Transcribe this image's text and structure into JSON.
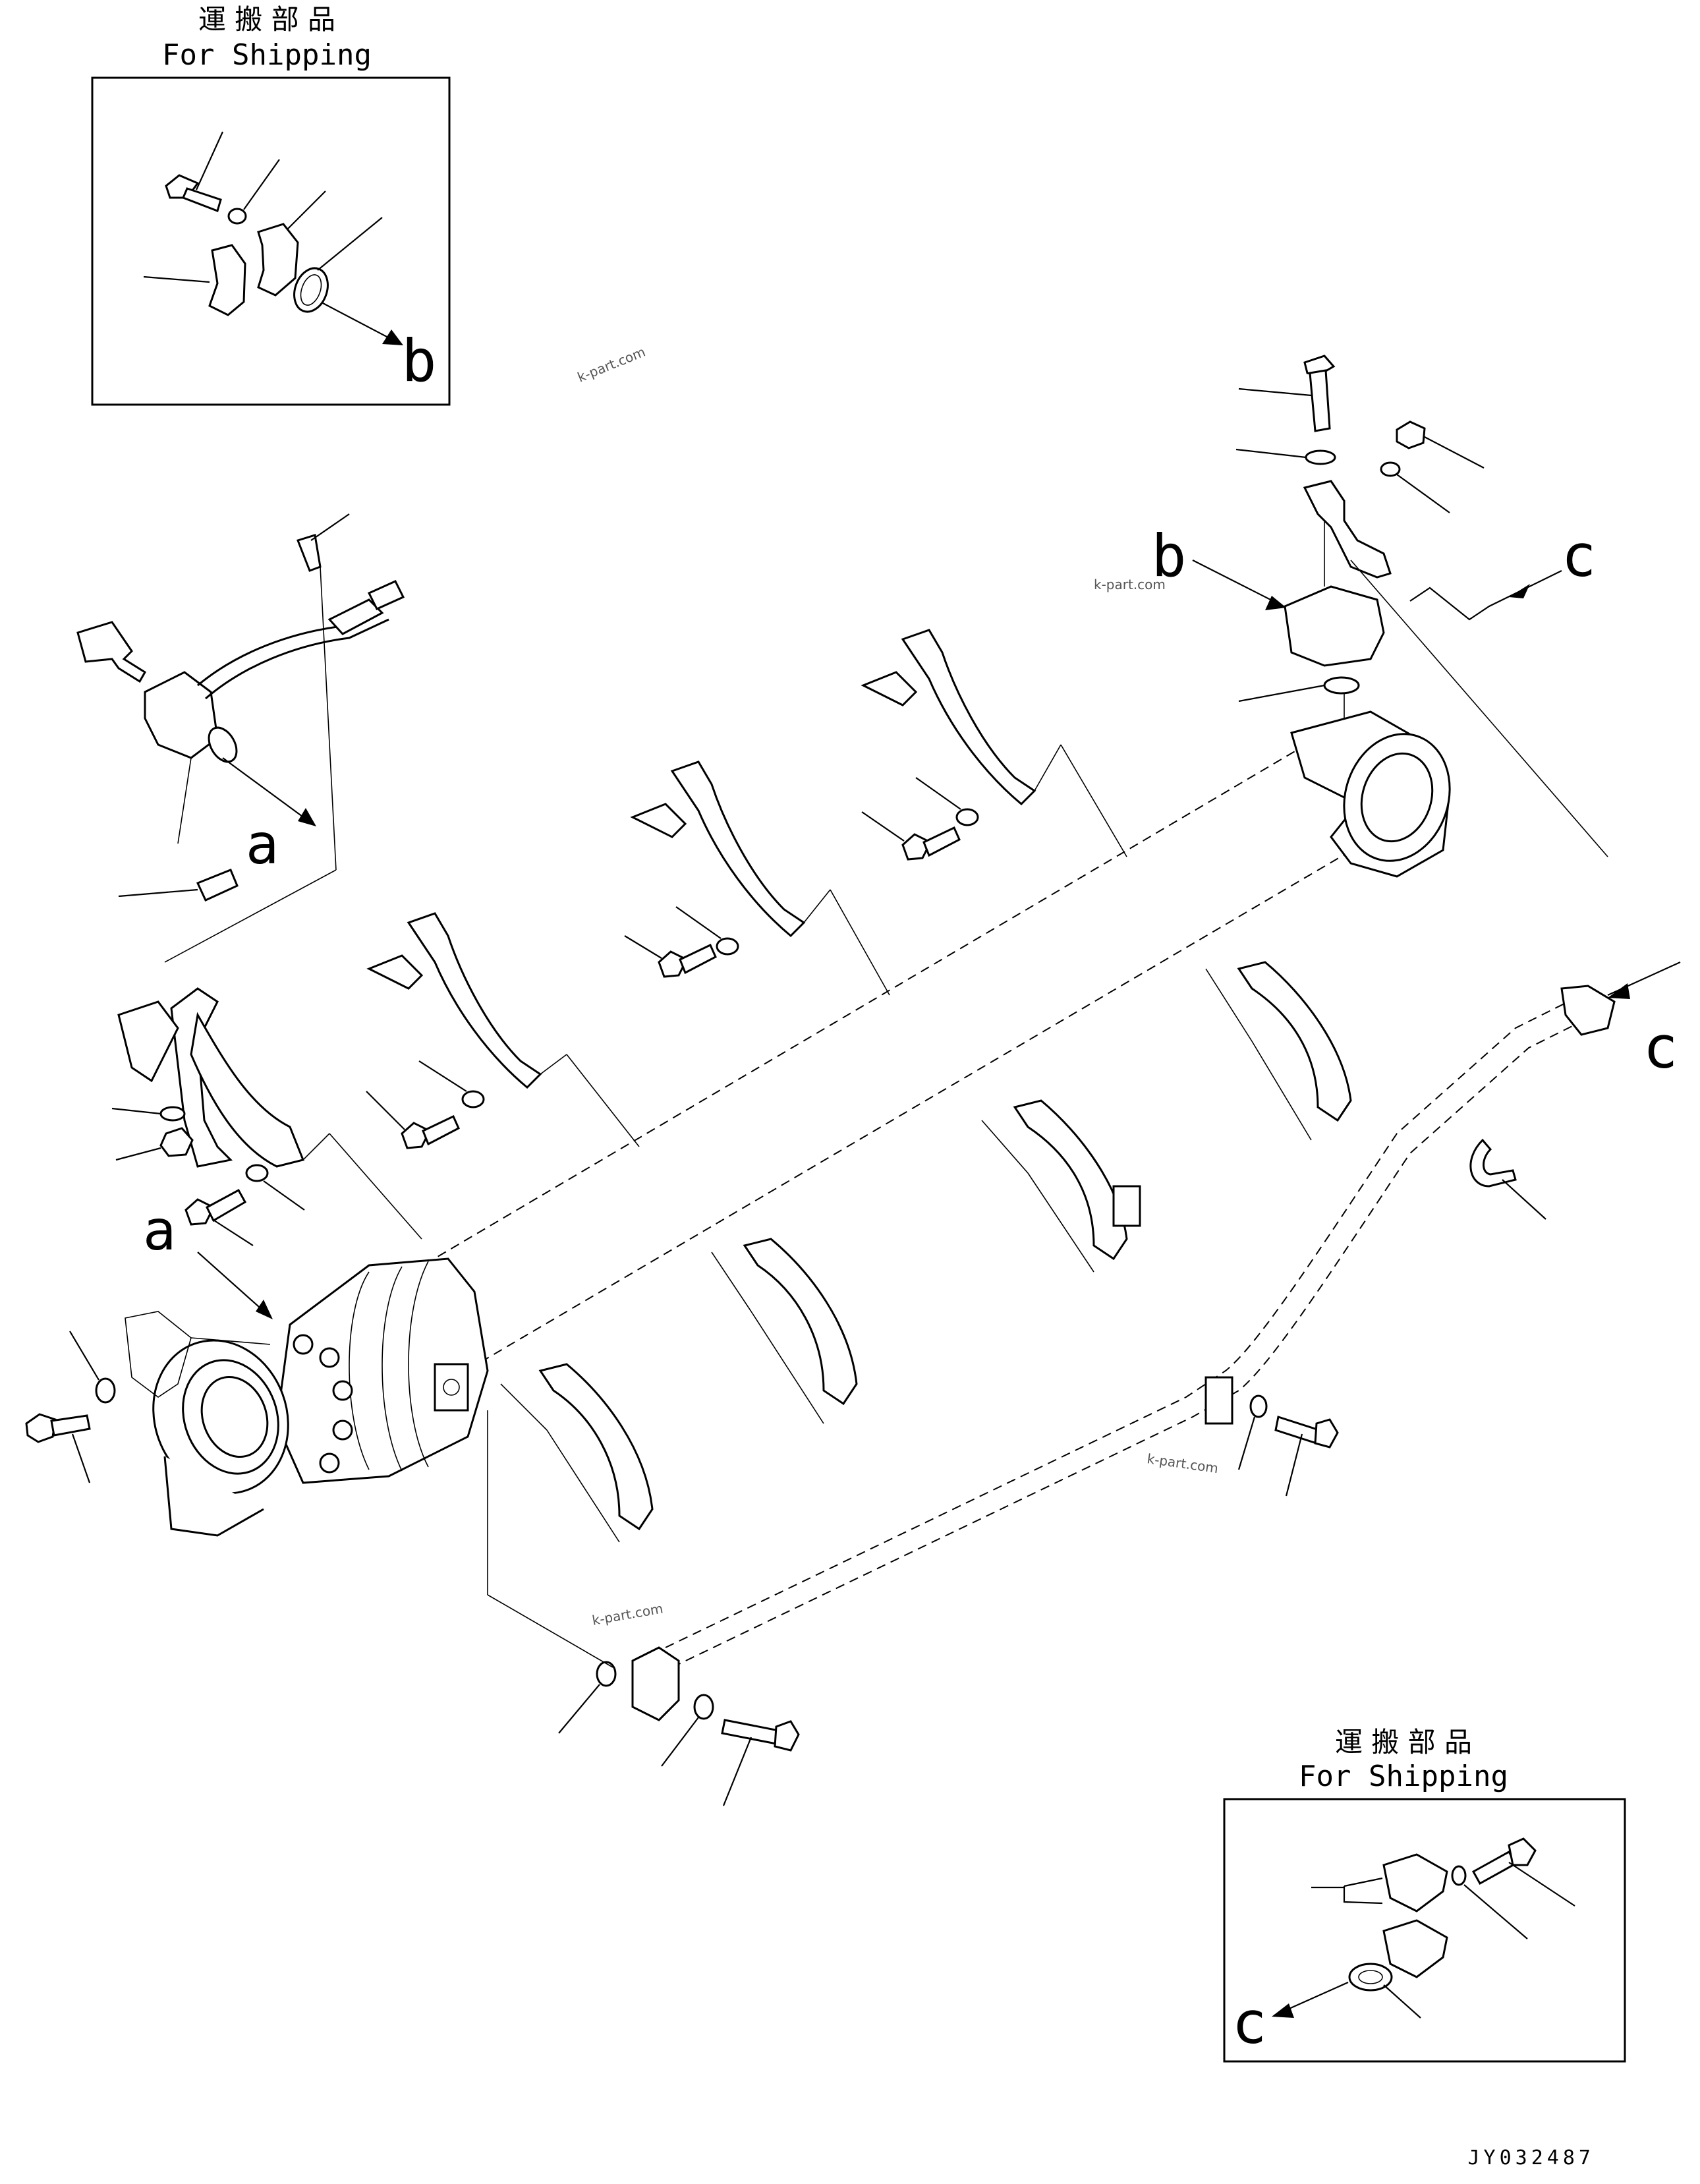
{
  "shipping_box_top": {
    "title_jp": "運 搬 部 品",
    "title_en": "For Shipping",
    "ref_label": "b"
  },
  "shipping_box_bottom": {
    "title_jp": "運 搬 部 品",
    "title_en": "For Shipping",
    "ref_label": "c"
  },
  "callouts": {
    "a_upper": "a",
    "a_lower": "a",
    "b_main": "b",
    "c_top": "c",
    "c_right": "c"
  },
  "watermarks": [
    "k-part.com",
    "k-part.com",
    "k-part.com",
    "k-part.com"
  ],
  "drawing_number": "JY032487",
  "colors": {
    "line": "#000000",
    "background": "#ffffff",
    "watermark": "#555555"
  }
}
